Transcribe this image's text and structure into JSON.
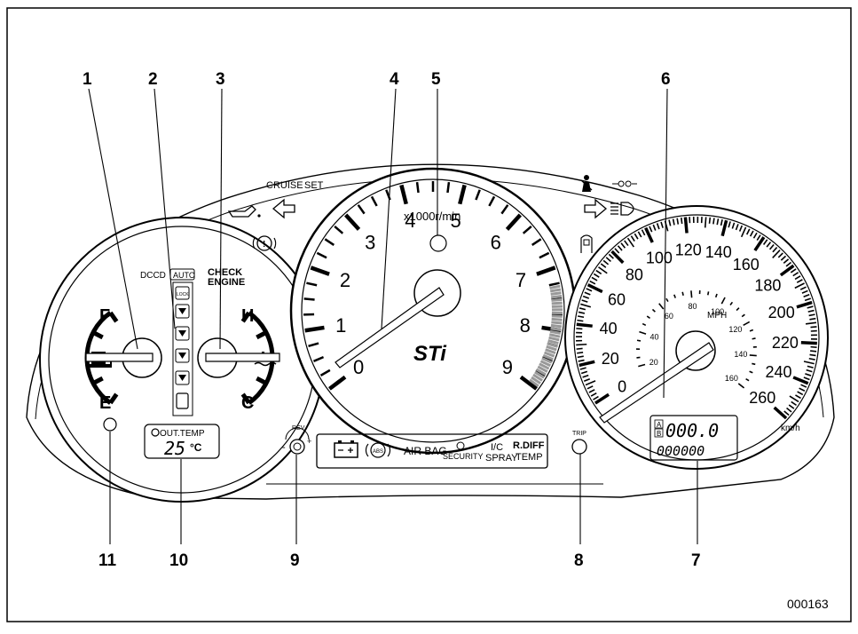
{
  "callouts": [
    "1",
    "2",
    "3",
    "4",
    "5",
    "6",
    "7",
    "8",
    "9",
    "10",
    "11"
  ],
  "figure_code": "000163",
  "tachometer": {
    "numbers": [
      "0",
      "1",
      "2",
      "3",
      "4",
      "5",
      "6",
      "7",
      "8",
      "9"
    ],
    "unit": "x1000r/min",
    "logo": "STi"
  },
  "speedometer": {
    "kmh_numbers": [
      "0",
      "20",
      "40",
      "60",
      "80",
      "100",
      "120",
      "140",
      "160",
      "180",
      "200",
      "220",
      "240",
      "260"
    ],
    "mph_numbers": [
      "20",
      "40",
      "60",
      "80",
      "100",
      "120",
      "140",
      "160"
    ],
    "mph_label": "MPH",
    "kmh_label": "km/h",
    "odo_top": "000.0",
    "odo_bottom": "000000",
    "trip_ab": [
      "A",
      "B"
    ]
  },
  "left_cluster": {
    "dccd_label": "DCCD",
    "auto_label": "AUTO",
    "lock_label": "LOCK",
    "check_engine_1": "CHECK",
    "check_engine_2": "ENGINE",
    "fuel_full": "F",
    "fuel_empty": "E",
    "temp_hot": "H",
    "temp_cold": "C",
    "out_temp_label": "OUT.TEMP",
    "out_temp_value": "25",
    "out_temp_unit": "°C"
  },
  "top_indicators": {
    "cruise": "CRUISE",
    "set": "SET"
  },
  "warning_strip": {
    "abs": "ABS",
    "airbag": "AIR BAG",
    "security": "SECURITY",
    "ic_1": "I/C",
    "ic_2": "SPRAY",
    "rdiff_1": "R.DIFF",
    "rdiff_2": "TEMP"
  },
  "knobs": {
    "rev": "REV",
    "trip": "TRIP",
    "minus": "-",
    "plus": "+"
  }
}
